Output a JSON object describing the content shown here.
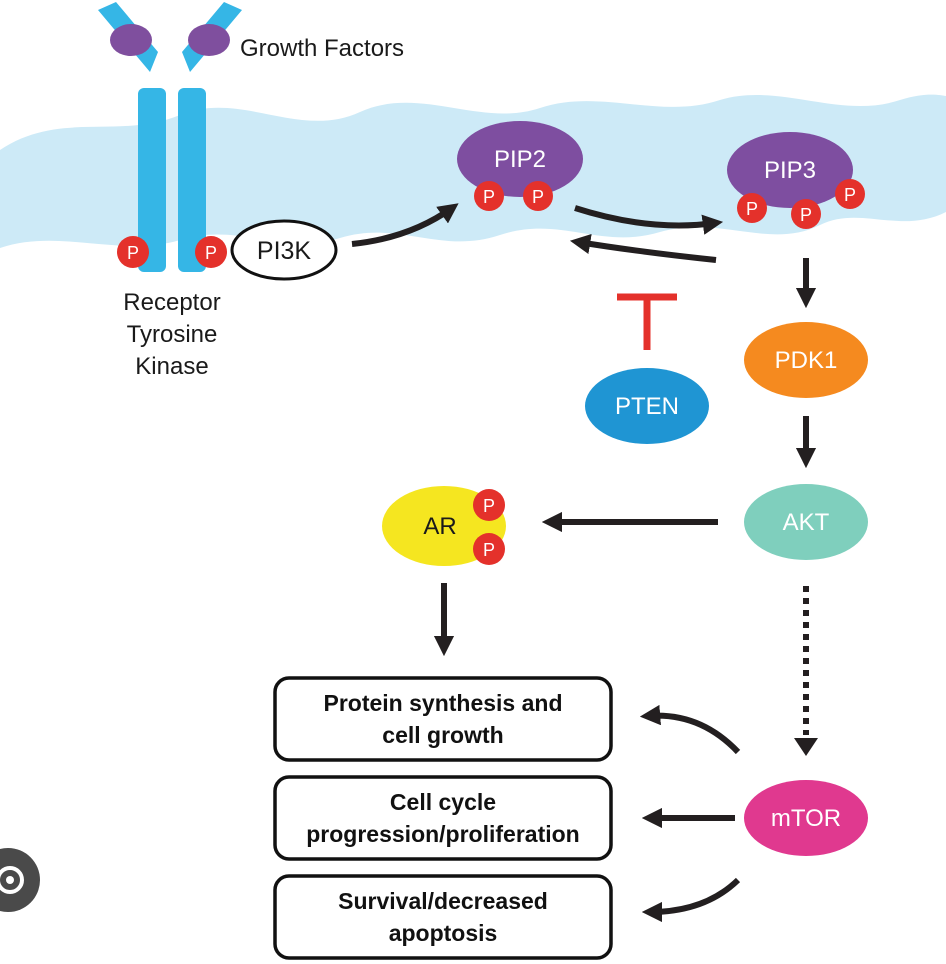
{
  "labels": {
    "growth_factors": "Growth Factors",
    "receptor": [
      "Receptor",
      "Tyrosine",
      "Kinase"
    ],
    "pi3k": "PI3K",
    "pip2": "PIP2",
    "pip3": "PIP3",
    "pten": "PTEN",
    "pdk1": "PDK1",
    "akt": "AKT",
    "ar": "AR",
    "mtor": "mTOR",
    "phospho": "P"
  },
  "outcomes": [
    {
      "lines": [
        "Protein synthesis and",
        "cell growth"
      ]
    },
    {
      "lines": [
        "Cell cycle",
        "progression/proliferation"
      ]
    },
    {
      "lines": [
        "Survival/decreased",
        "apoptosis"
      ]
    }
  ],
  "colors": {
    "membrane": "#cdeaf7",
    "receptor": "#35b6e6",
    "growth_factor": "#7f4f9e",
    "pip": "#7e4ea0",
    "phospho": "#e4312b",
    "pten": "#1f95d3",
    "pdk1": "#f58a1f",
    "akt": "#7fcfbd",
    "ar": "#f5e620",
    "mtor": "#e0398f",
    "inhibitor": "#e4312b",
    "arrow": "#231f20"
  },
  "icons": [
    "camera-lens-icon"
  ]
}
